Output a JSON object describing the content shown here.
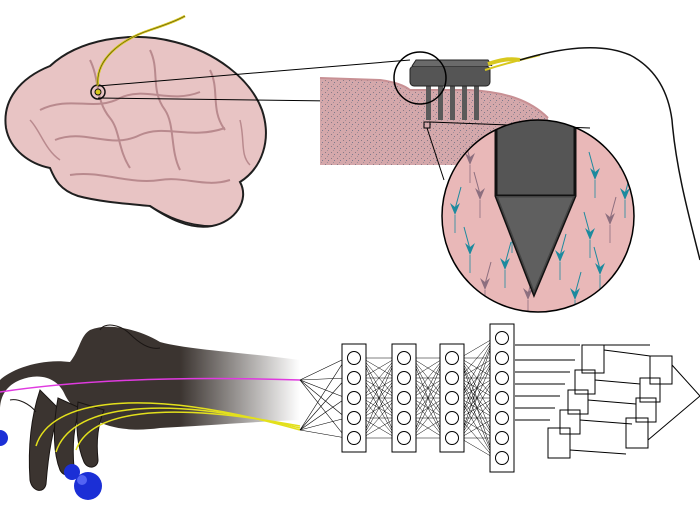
{
  "figure": {
    "background_color": "#ffffff",
    "panels": {
      "brain": {
        "icon": "monkey-brain-illustration",
        "tissue_color": "#e8c4c4",
        "outline_color": "#2a2a2a"
      },
      "implant": {
        "icon": "microelectrode-array",
        "array_color": "#555555",
        "cable_color": "#d8c81e"
      },
      "cortex_section": {
        "icon": "cortical-tissue-section",
        "tissue_color": "#d8a8a8"
      },
      "neuron_zoom": {
        "icon": "magnified-electrode-tip-with-neurons",
        "neuron_color": "#1d8a9e",
        "background_color": "#e9b8b8"
      },
      "hand": {
        "icon": "virtual-hand-model",
        "hand_color": "#3b3430",
        "ball_color": "#1b2fd6",
        "tendon_color": "#e3e01c",
        "tendon2_color": "#e03ae0"
      },
      "network": {
        "icon": "neural-network-decoder",
        "layer_node_counts": [
          5,
          5,
          5,
          7
        ],
        "node_color": "#ffffff",
        "edge_color": "#000000"
      },
      "recurrent": {
        "icon": "recurrent-decoder-blocks"
      }
    }
  }
}
